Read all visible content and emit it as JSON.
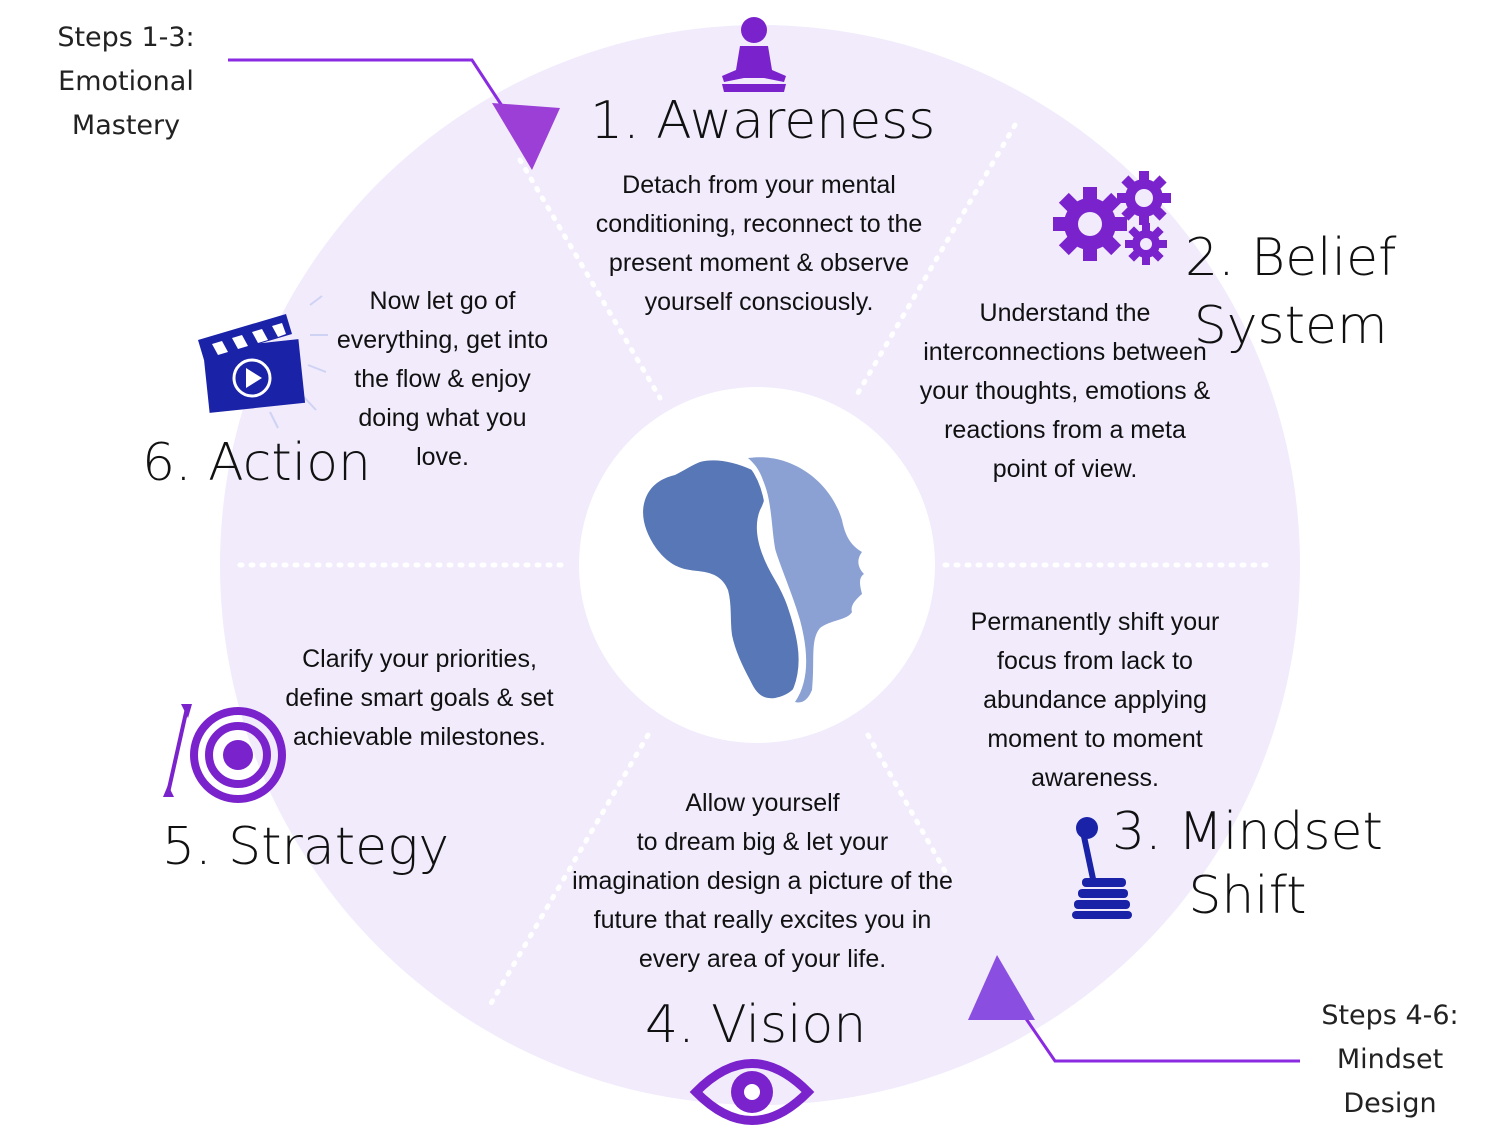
{
  "colors": {
    "wheel": "#f1ebfc",
    "center": "#ffffff",
    "accent_purple": "#8a2be2",
    "dark_purple": "#7a22cc",
    "icon_blue": "#1a22a8",
    "head_blue": "#5a77b8",
    "divider": "#ffffff"
  },
  "annotations": {
    "top_left": "Steps 1-3:\nEmotional\nMastery",
    "bottom_right": "Steps 4-6:\nMindset\nDesign"
  },
  "steps": [
    {
      "title": "1. Awareness",
      "text": "Detach from your mental conditioning, reconnect to the present moment & observe yourself consciously.",
      "icon": "meditation-icon"
    },
    {
      "title": "2. Belief\nSystem",
      "text": "Understand the interconnections between your thoughts, emotions & reactions from a meta point of view.",
      "icon": "gears-icon"
    },
    {
      "title": "3. Mindset\nShift",
      "text": "Permanently shift your focus from lack to abundance applying moment to moment awareness.",
      "icon": "gear-lever-icon"
    },
    {
      "title": "4. Vision",
      "text": "Allow yourself\nto dream big & let your imagination design a picture of the future that really excites you in every area of your life.",
      "icon": "eye-icon"
    },
    {
      "title": "5. Strategy",
      "text": "Clarify your priorities, define smart goals & set achievable milestones.",
      "icon": "target-arrow-icon"
    },
    {
      "title": "6. Action",
      "text": "Now let go of everything, get into the flow & enjoy doing what you love.",
      "icon": "clapperboard-icon"
    }
  ],
  "center_icon": "africa-head-silhouette-icon"
}
